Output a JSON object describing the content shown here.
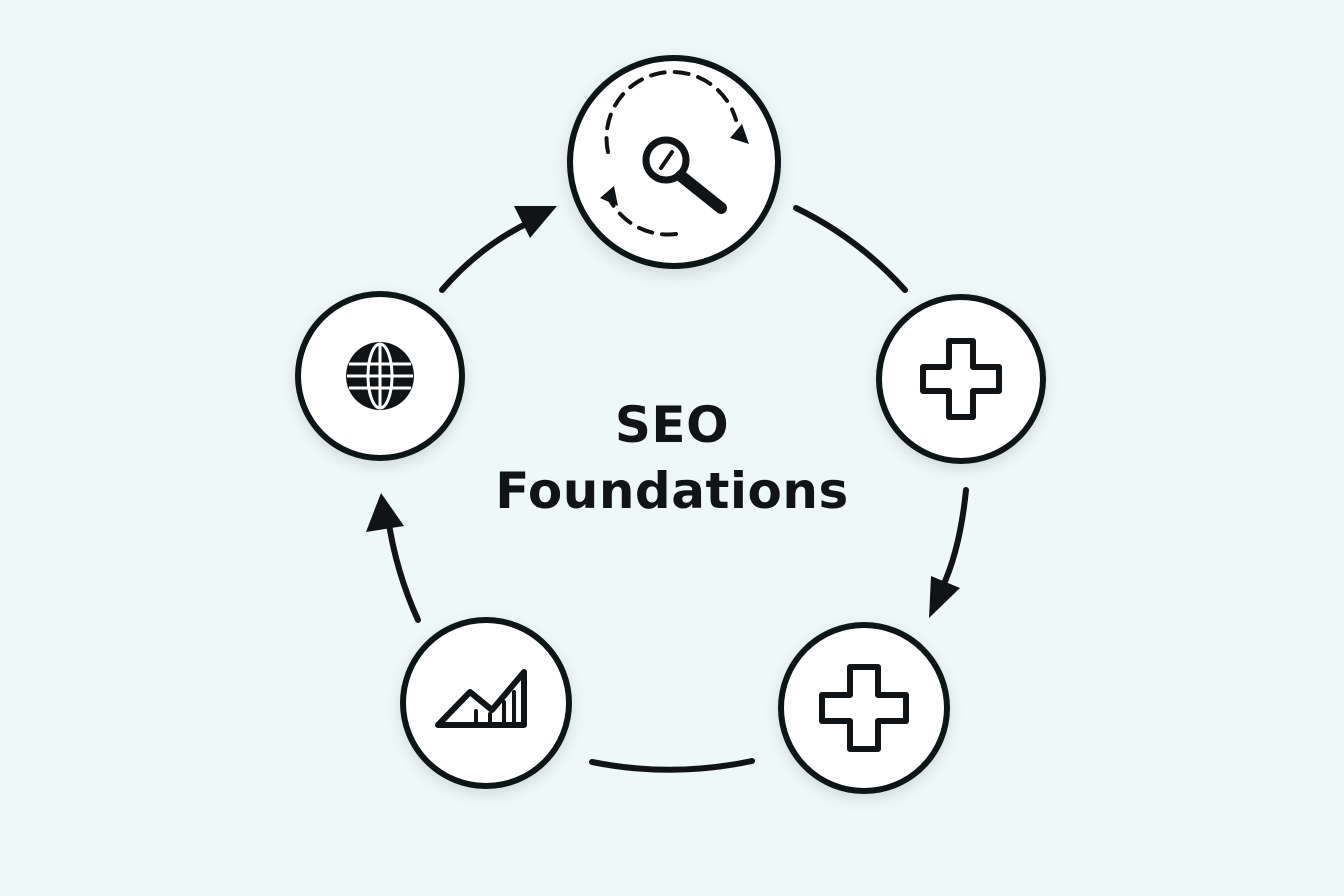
{
  "diagram": {
    "title_line1": "SEO",
    "title_line2": "Foundations",
    "stroke_color": "#111417",
    "fill_color": "#ffffff",
    "background_color": "#eef8f8",
    "nodes": [
      {
        "id": "research",
        "icon": "search-cycle-icon"
      },
      {
        "id": "plus-upper",
        "icon": "plus-icon"
      },
      {
        "id": "plus-lower",
        "icon": "plus-icon"
      },
      {
        "id": "analytics",
        "icon": "chart-icon"
      },
      {
        "id": "global",
        "icon": "globe-icon"
      }
    ]
  }
}
